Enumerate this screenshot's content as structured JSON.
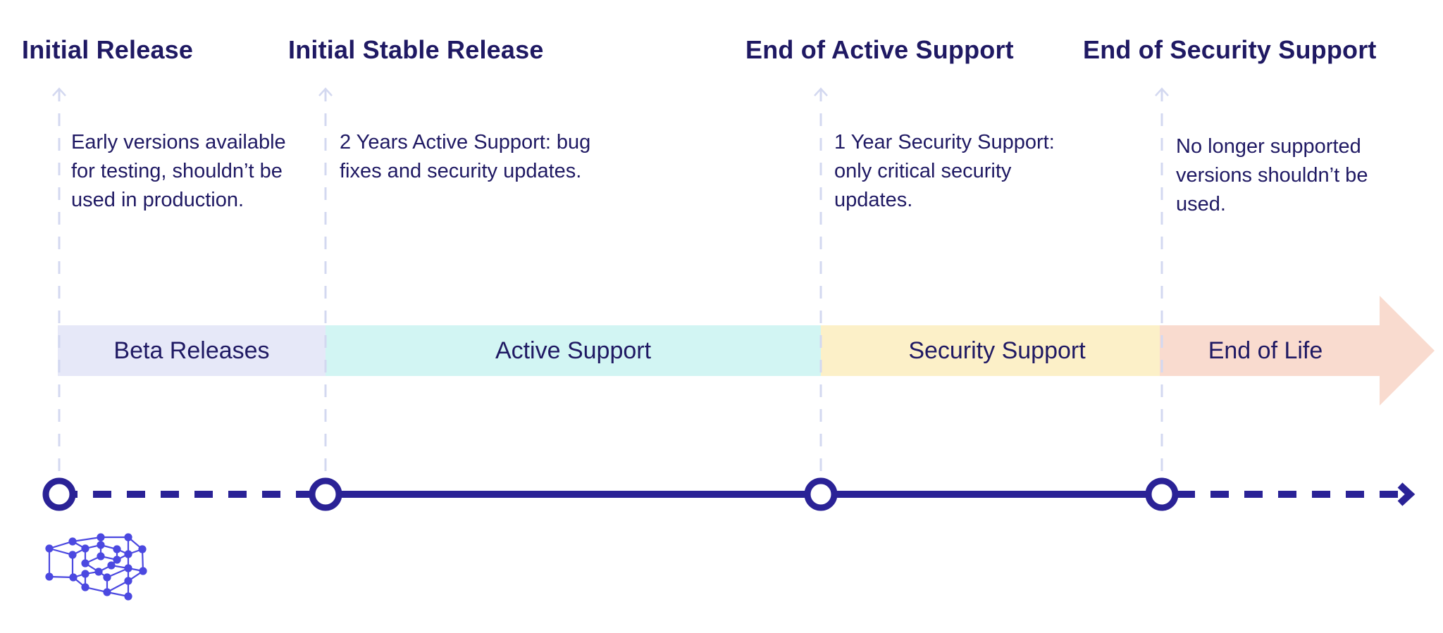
{
  "milestones": [
    {
      "title": "Initial Release",
      "description": "Early versions available for testing, shouldn’t be used in production."
    },
    {
      "title": "Initial Stable Release",
      "description": "2 Years Active Support: bug fixes and security updates."
    },
    {
      "title": "End of Active Support",
      "description": "1 Year Security Support: only critical security updates."
    },
    {
      "title": "End of Security Support",
      "description": "No longer supported versions shouldn’t be used."
    }
  ],
  "phases": [
    {
      "label": "Beta Releases",
      "color": "#e6e8f8"
    },
    {
      "label": "Active Support",
      "color": "#d2f5f3"
    },
    {
      "label": "Security Support",
      "color": "#fcf0c8"
    },
    {
      "label": "End of Life",
      "color": "#f9dbcf"
    }
  ],
  "colors": {
    "text": "#1f1963",
    "timeline": "#2a2296",
    "guide": "#d3d8f0",
    "logo": "#4b48e0"
  },
  "logo": {
    "icon": "network-cube-logo"
  }
}
